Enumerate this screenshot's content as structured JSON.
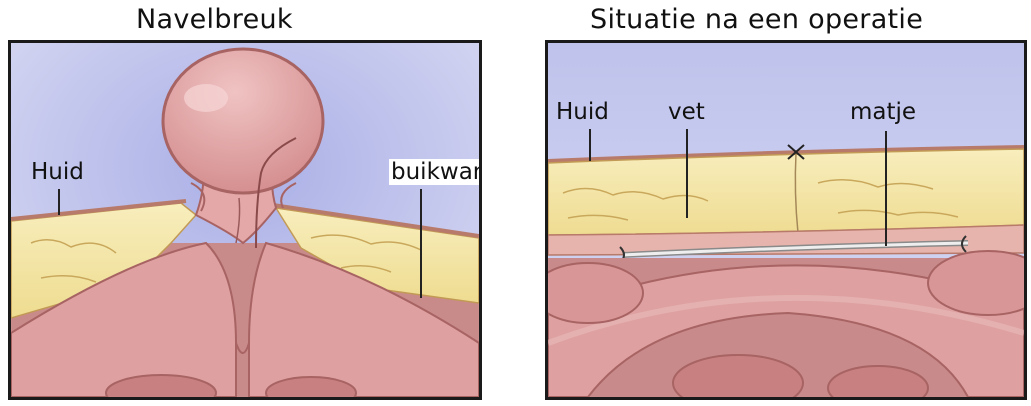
{
  "left_panel": {
    "title": "Navelbreuk",
    "labels": {
      "huid": "Huid",
      "buikwand": "buikwand"
    }
  },
  "right_panel": {
    "title": "Situatie na een operatie",
    "labels": {
      "huid": "Huid",
      "vet": "vet",
      "matje": "matje"
    }
  },
  "colors": {
    "background_blue": "#c5c8ec",
    "fat_yellow": "#f4e7a6",
    "tissue_pink": "#e3a3a3",
    "tissue_dark": "#b86c6c",
    "muscle_pink": "#d79696"
  }
}
